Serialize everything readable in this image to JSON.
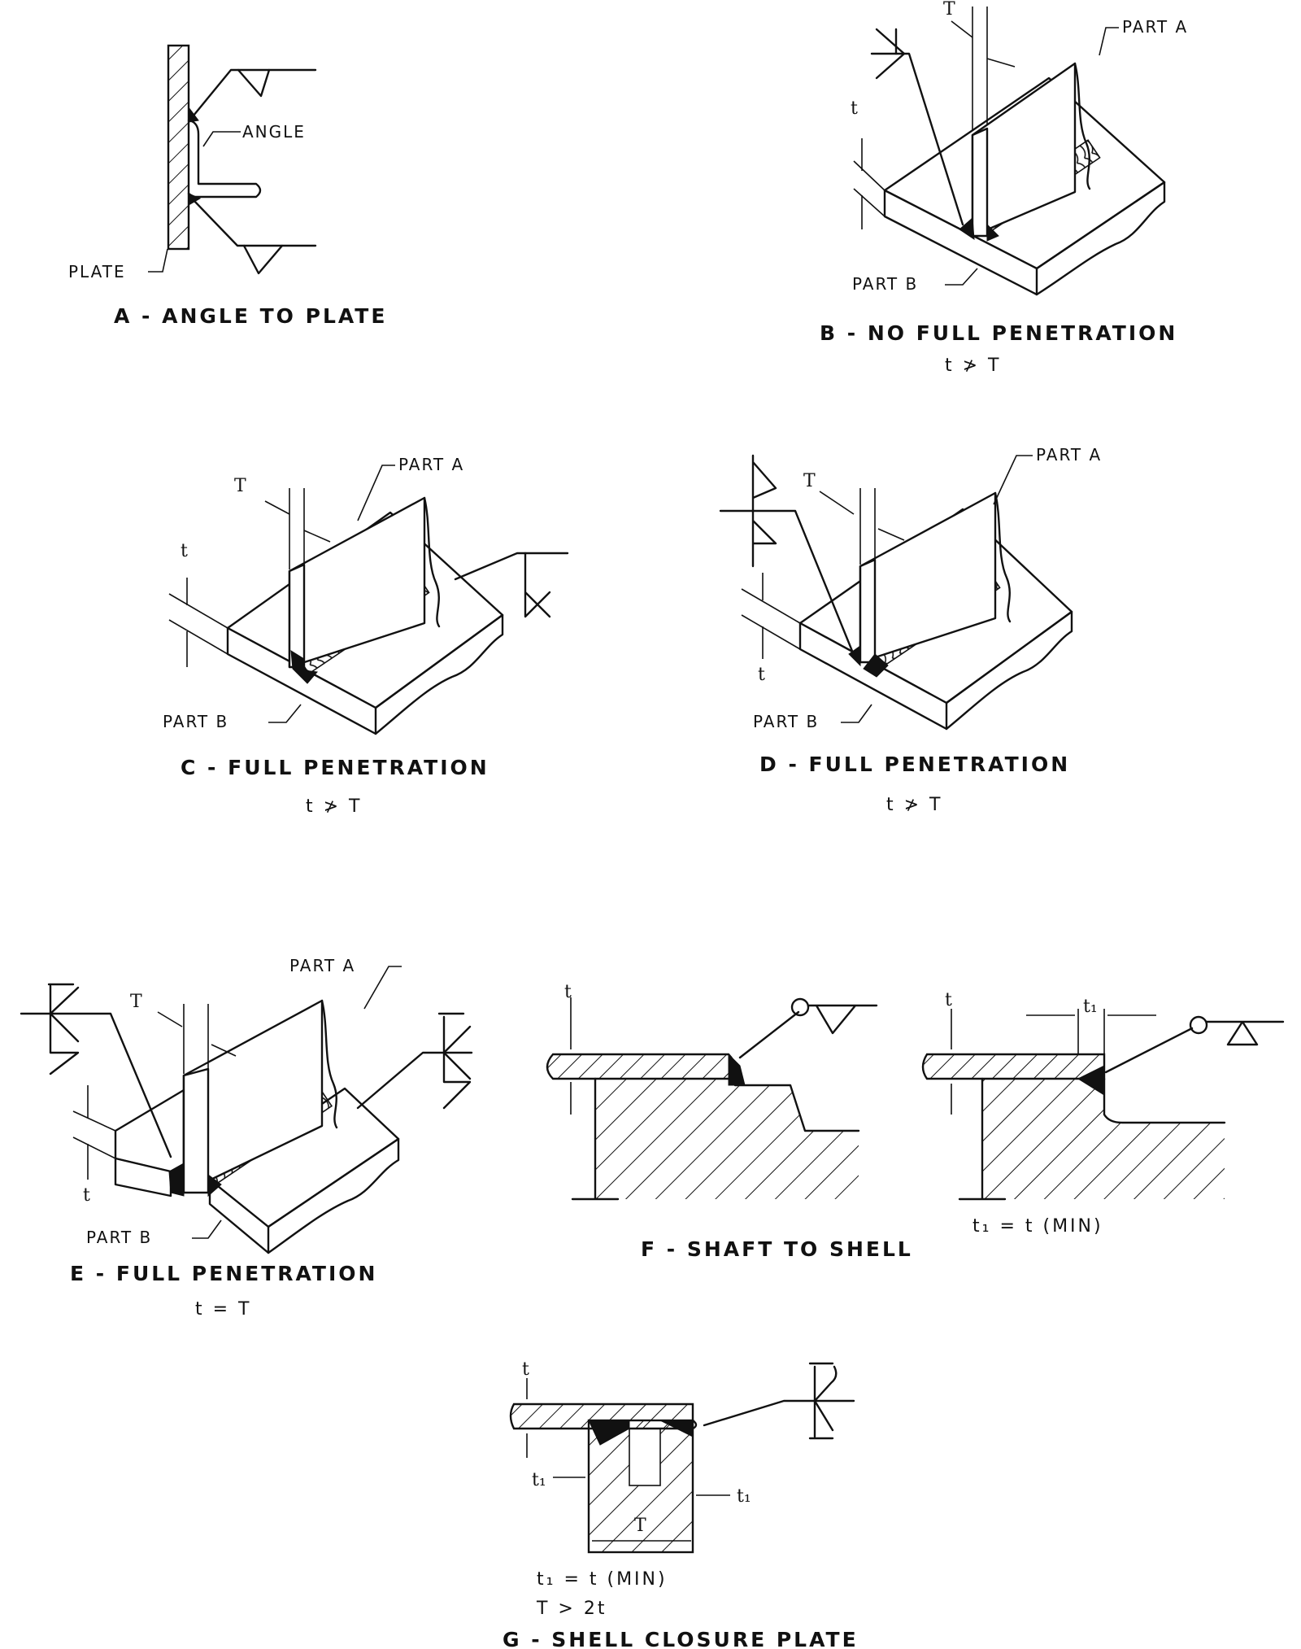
{
  "figures": {
    "a": {
      "caption": "A - ANGLE TO PLATE",
      "labels": {
        "angle": "ANGLE",
        "plate": "PLATE"
      }
    },
    "b": {
      "caption": "B - NO FULL PENETRATION",
      "condition": "t ≯ T",
      "labels": {
        "part_a": "PART A",
        "part_b": "PART B",
        "T": "T",
        "t": "t"
      }
    },
    "c": {
      "caption": "C - FULL PENETRATION",
      "condition": "t ≯ T",
      "labels": {
        "part_a": "PART A",
        "part_b": "PART B",
        "T": "T",
        "t": "t"
      }
    },
    "d": {
      "caption": "D - FULL PENETRATION",
      "condition": "t ≯ T",
      "labels": {
        "part_a": "PART A",
        "part_b": "PART B",
        "T": "T",
        "t": "t"
      }
    },
    "e": {
      "caption": "E - FULL PENETRATION",
      "condition": "t = T",
      "labels": {
        "part_a": "PART A",
        "part_b": "PART B",
        "T": "T",
        "t": "t"
      }
    },
    "f": {
      "caption": "F - SHAFT TO SHELL",
      "condition": "t₁ = t (MIN)",
      "labels": {
        "t_left": "t",
        "t_right": "t",
        "t1": "t₁"
      }
    },
    "g": {
      "caption": "G - SHELL CLOSURE PLATE",
      "condition_1": "t₁ = t (MIN)",
      "condition_2": "T > 2t",
      "labels": {
        "t": "t",
        "t1_left": "t₁",
        "t1_right": "t₁",
        "T": "T"
      }
    }
  }
}
